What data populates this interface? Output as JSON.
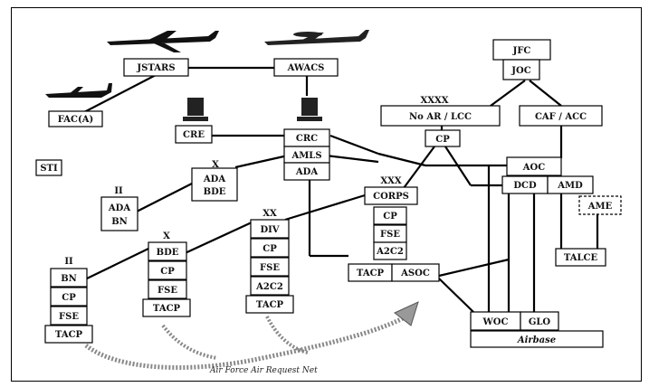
{
  "nodes": {
    "jstars": "JSTARS",
    "awacs": "AWACS",
    "fac_a": "FAC(A)",
    "jfc": "JFC",
    "joc": "JOC",
    "no_ar_lcc": "No AR / LCC",
    "cp_lcc": "CP",
    "caf_acc": "CAF / ACC",
    "crc": "CRC",
    "amls": "AMLS",
    "ada_crc": "ADA",
    "cre": "CRE",
    "sti": "STI",
    "aoc": "AOC",
    "dcd": "DCD",
    "amd": "AMD",
    "ame": "AME",
    "talce": "TALCE",
    "corps": "CORPS",
    "cp_corps": "CP",
    "fse_corps": "FSE",
    "a2c2_corps": "A2C2",
    "tacp_corps": "TACP",
    "asoc": "ASOC",
    "woc": "WOC",
    "glo": "GLO",
    "airbase": "Airbase",
    "ada_bde_1": "ADA",
    "ada_bde_2": "BDE",
    "ada_bn_1": "ADA",
    "ada_bn_2": "BN",
    "div": "DIV",
    "cp_div": "CP",
    "fse_div": "FSE",
    "a2c2_div": "A2C2",
    "tacp_div": "TACP",
    "bde": "BDE",
    "cp_bde": "CP",
    "fse_bde": "FSE",
    "tacp_bde": "TACP",
    "bn": "BN",
    "cp_bn": "CP",
    "fse_bn": "FSE",
    "tacp_bn": "TACP"
  },
  "echelons": {
    "lcc": "XXXX",
    "corps": "XXX",
    "div": "XX",
    "bde": "X",
    "ada_bde": "X",
    "bn": "II",
    "ada_bn": "II"
  },
  "caption": "Air Force Air Request Net"
}
